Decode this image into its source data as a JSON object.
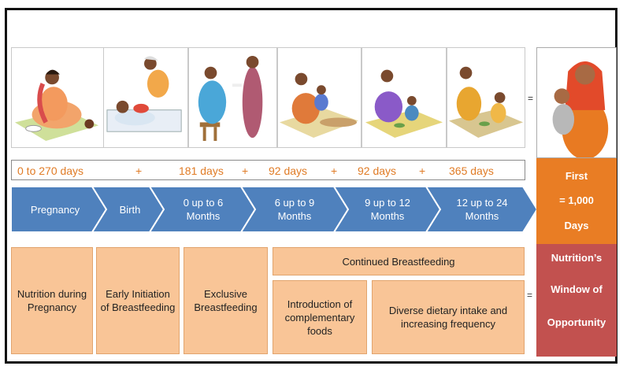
{
  "durations": [
    "0 to 270 days",
    "+",
    "181 days",
    "+",
    "92 days",
    "+",
    "92 days",
    "+",
    "365 days"
  ],
  "stages": [
    {
      "label": "Pregnancy"
    },
    {
      "label": "Birth"
    },
    {
      "label": "0 up to 6\nMonths"
    },
    {
      "label": "6 up to 9\nMonths"
    },
    {
      "label": "9 up to 12\nMonths"
    },
    {
      "label": "12 up to 24\nMonths"
    }
  ],
  "equals": "=",
  "first_days": {
    "line1": "First",
    "line2": "= 1,000",
    "line3": "Days"
  },
  "window": {
    "line1": "Nutrition’s",
    "line2": "Window of",
    "line3": "Opportunity"
  },
  "practices": {
    "nutrition_pregnancy": "Nutrition during Pregnancy",
    "early_initiation": "Early Initiation of Breastfeeding",
    "exclusive": "Exclusive Breastfeeding",
    "continued": "Continued Breastfeeding",
    "complementary": "Introduction of complementary foods",
    "diverse": "Diverse dietary intake and increasing frequency"
  },
  "colors": {
    "arrow": "#4f81bd",
    "duration_text": "#e07b25",
    "first_days_bg": "#e97d24",
    "window_bg": "#c2514f",
    "practice_box": "#f9c597"
  },
  "illustrations": [
    "pregnant-woman-eating-icon",
    "birth-skin-to-skin-icon",
    "mother-breastfeeding-icon",
    "mother-feeding-infant-icon",
    "mother-child-eating-icon",
    "toddler-eating-icon"
  ]
}
